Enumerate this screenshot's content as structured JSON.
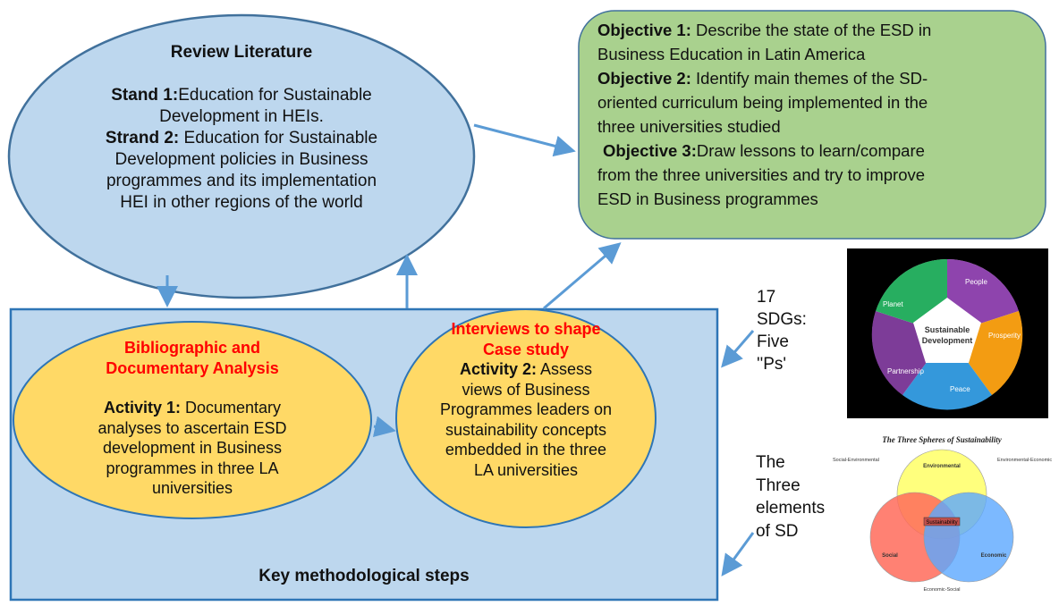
{
  "colors": {
    "review_fill": "#bdd7ee",
    "review_stroke": "#41719c",
    "objective_fill": "#a9d18e",
    "objective_stroke": "#41719c",
    "method_fill": "#bdd7ee",
    "method_stroke": "#2e75b6",
    "activity_fill": "#ffd966",
    "activity_stroke": "#2e75b6",
    "arrow": "#5b9bd5",
    "red_text": "#ff0000"
  },
  "review": {
    "title": "Review Literature",
    "strand1_label": "Stand 1:",
    "strand1_text_a": "Education for Sustainable",
    "strand1_text_b": "Development in HEIs.",
    "strand2_label": "Strand 2:",
    "strand2_text_a": " Education for Sustainable",
    "strand2_text_b": "Development  policies in Business",
    "strand2_text_c": "programmes and its implementation",
    "strand2_text_d": "HEI in other regions of the world"
  },
  "objectives": {
    "obj1_label": "Objective 1:",
    "obj1_text_a": " Describe the state of the ESD in",
    "obj1_text_b": "Business Education in Latin America",
    "obj2_label": "Objective 2:",
    "obj2_text_a": " Identify main themes  of the SD-",
    "obj2_text_b": "oriented curriculum being implemented in the",
    "obj2_text_c": "three universities studied",
    "obj3_label": "Objective 3:",
    "obj3_text_a": "Draw lessons to learn/compare",
    "obj3_text_b": "from the three universities and try to improve",
    "obj3_text_c": "ESD in Business programmes"
  },
  "methods": {
    "caption": "Key methodological steps",
    "activity1": {
      "heading_a": "Bibliographic  and",
      "heading_b": "Documentary Analysis",
      "label": "Activity 1:",
      "text_a": " Documentary",
      "text_b": "analyses to ascertain ESD",
      "text_c": "development  in Business",
      "text_d": "programmes  in three LA",
      "text_e": "universities"
    },
    "activity2": {
      "heading_a": "Interviews to shape",
      "heading_b": "Case study",
      "label": "Activity 2:",
      "text_a": " Assess",
      "text_b": "views of Business",
      "text_c": "Programmes  leaders on",
      "text_d": "sustainability concepts",
      "text_e": "embedded  in the three",
      "text_f": "LA universities"
    }
  },
  "sdg_label": {
    "line1": "17",
    "line2": "SDGs:",
    "line3": "Five",
    "line4": "''Ps'"
  },
  "sd_label": {
    "line1": "The",
    "line2": "Three",
    "line3": "elements",
    "line4": "of SD"
  },
  "five_ps_image": {
    "center_a": "Sustainable",
    "center_b": "Development",
    "people": "People",
    "prosperity": "Prosperity",
    "peace": "Peace",
    "partnership": "Partnership",
    "planet": "Planet",
    "colors": {
      "people": "#8e44ad",
      "prosperity": "#f39c12",
      "peace": "#3498db",
      "partnership": "#7d3c98",
      "planet": "#27ae60"
    }
  },
  "spheres_image": {
    "title": "The Three Spheres of Sustainability",
    "environmental": "Environmental",
    "social": "Social",
    "economic": "Economic",
    "center": "Sustainability",
    "social_env": "Social-Environmental",
    "env_economic": "Environmental-Economic",
    "economic_social": "Economic-Social"
  }
}
